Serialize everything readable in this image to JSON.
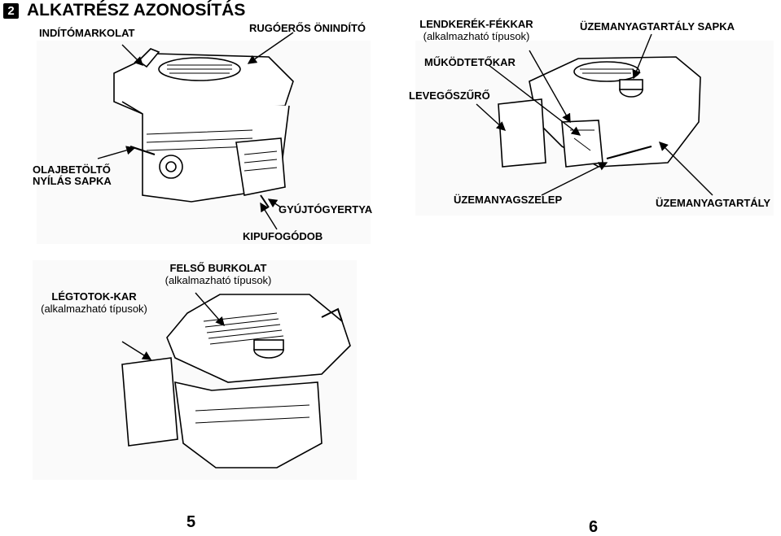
{
  "section": {
    "number": "2",
    "title": "ALKATRÉSZ AZONOSÍTÁS"
  },
  "figure1": {
    "labels": {
      "starter_grip": "INDÍTÓMARKOLAT",
      "recoil_starter": "RUGÓERŐS ÖNINDÍTÓ",
      "oil_filler_cap_line1": "OLAJBETÖLTŐ",
      "oil_filler_cap_line2": "NYÍLÁS SAPKA",
      "spark_plug": "GYÚJTÓGYERTYA",
      "muffler": "KIPUFOGÓDOB"
    }
  },
  "figure2": {
    "labels": {
      "flywheel_brake_lever": "LENDKERÉK-FÉKKAR",
      "flywheel_brake_note": "(alkalmazható típusok)",
      "fuel_cap": "ÜZEMANYAGTARTÁLY SAPKA",
      "control_lever": "MŰKÖDTETŐKAR",
      "air_cleaner": "LEVEGŐSZŰRŐ",
      "fuel_valve": "ÜZEMANYAGSZELEP",
      "fuel_tank": "ÜZEMANYAGTARTÁLY"
    }
  },
  "figure3": {
    "labels": {
      "choke_lever": "LÉGTOTOK-KAR",
      "choke_lever_note": "(alkalmazható típusok)",
      "top_cover": "FELSŐ BURKOLAT",
      "top_cover_note": "(alkalmazható típusok)"
    }
  },
  "pages": {
    "left": "5",
    "right": "6"
  }
}
